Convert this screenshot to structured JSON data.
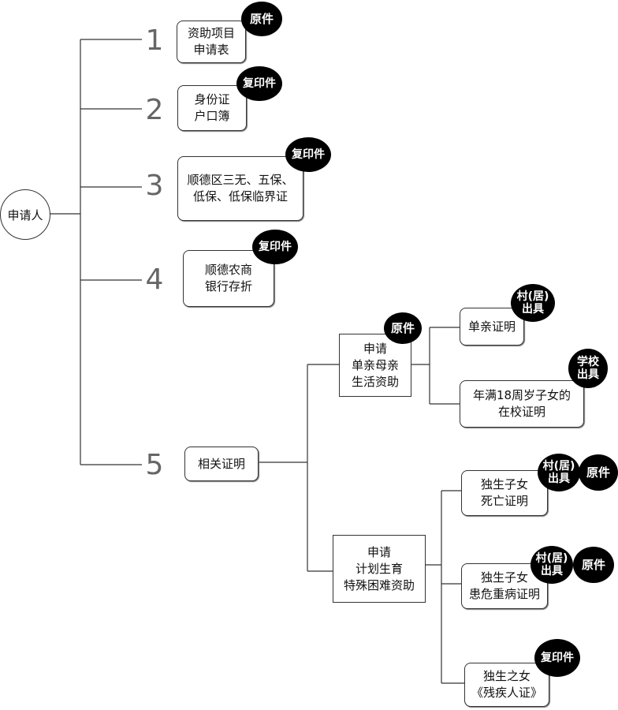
{
  "root": {
    "label": "申请人"
  },
  "numbers": [
    "1",
    "2",
    "3",
    "4",
    "5"
  ],
  "items": [
    {
      "lines": [
        "资助项目",
        "申请表"
      ],
      "badge": [
        "原件"
      ]
    },
    {
      "lines": [
        "身份证",
        "户口簿"
      ],
      "badge": [
        "复印件"
      ]
    },
    {
      "lines": [
        "顺德区三无、五保、",
        "低保、低保临界证"
      ],
      "badge": [
        "复印件"
      ]
    },
    {
      "lines": [
        "顺德农商",
        "银行存折"
      ],
      "badge": [
        "复印件"
      ]
    },
    {
      "lines": [
        "相关证明"
      ]
    }
  ],
  "branches": [
    {
      "lines": [
        "申请",
        "单亲母亲",
        "生活资助"
      ],
      "badge": [
        "原件"
      ],
      "children": [
        {
          "lines": [
            "单亲证明"
          ],
          "badges": [
            [
              "村(居)",
              "出具"
            ]
          ]
        },
        {
          "lines": [
            "年满18周岁子女的",
            "在校证明"
          ],
          "badges": [
            [
              "学校",
              "出具"
            ]
          ]
        }
      ]
    },
    {
      "lines": [
        "申请",
        "计划生育",
        "特殊困难资助"
      ],
      "children": [
        {
          "lines": [
            "独生子女",
            "死亡证明"
          ],
          "badges": [
            [
              "村(居)",
              "出具"
            ],
            [
              "原件"
            ]
          ]
        },
        {
          "lines": [
            "独生子女",
            "患危重病证明"
          ],
          "badges": [
            [
              "村(居)",
              "出具"
            ],
            [
              "原件"
            ]
          ]
        },
        {
          "lines": [
            "独生之女",
            "《残疾人证》"
          ],
          "badges": [
            [
              "复印件"
            ]
          ]
        }
      ]
    }
  ]
}
